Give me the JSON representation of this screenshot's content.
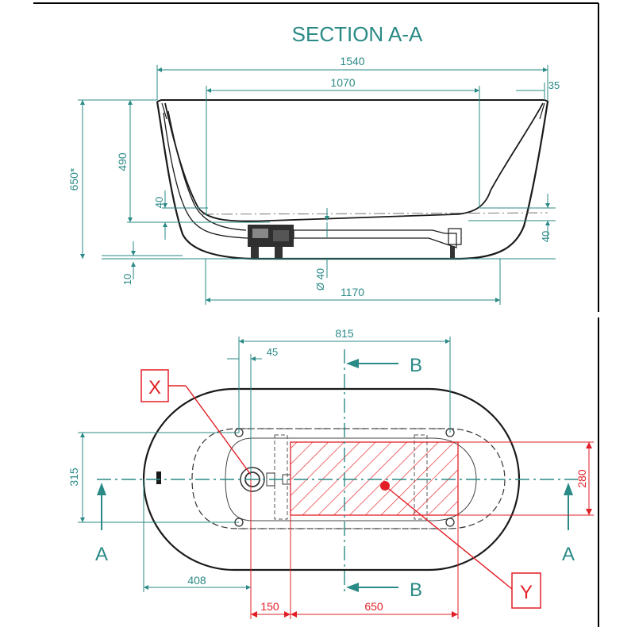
{
  "title": "SECTION A-A",
  "section": {
    "dims": {
      "overall_length": "1540",
      "inner_length": "1070",
      "rim": "35",
      "height": "650*",
      "depth": "490",
      "bottom_left": "40",
      "bottom_right": "40",
      "foot": "10",
      "waste": "Ø 40",
      "base_length": "1170"
    }
  },
  "plan": {
    "dims": {
      "feet_span": "815",
      "feet_offset": "45",
      "width_marks": "315",
      "zone_width": "280",
      "edge_offset": "408",
      "gap": "150",
      "zone_length": "650"
    },
    "markers": {
      "section_a_left": "A",
      "section_a_right": "A",
      "section_b_top": "B",
      "section_b_bottom": "B",
      "label_x": "X",
      "label_y": "Y"
    }
  },
  "colors": {
    "dimension": "#2a8a86",
    "outline": "#1a1a1a",
    "highlight": "#e21f26"
  }
}
